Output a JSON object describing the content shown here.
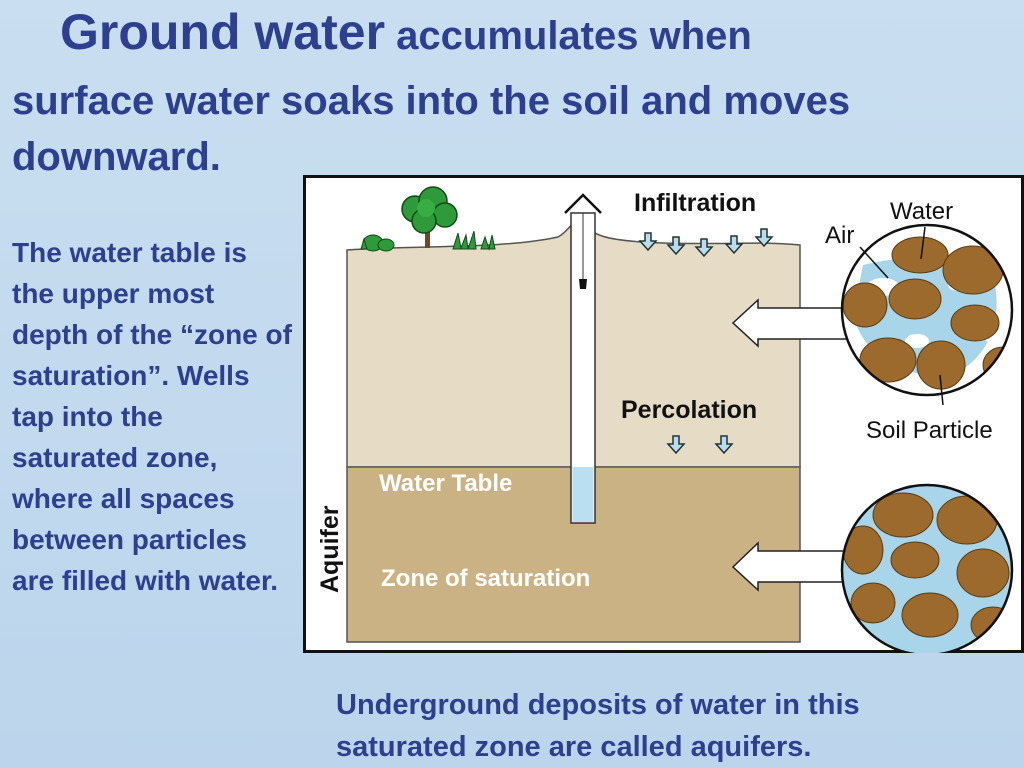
{
  "heading": {
    "emphasis": "Ground water",
    "rest": " accumulates when",
    "line2": "surface water soaks into the soil and moves",
    "line3": "downward."
  },
  "side_text": "The water table is the upper most depth of the “zone of saturation”. Wells tap into the saturated zone, where all spaces between particles are filled with water.",
  "bottom_text": "Underground deposits of water in this saturated zone  are called aquifers.",
  "diagram": {
    "infiltration": "Infiltration",
    "percolation": "Percolation",
    "water_table": "Water Table",
    "zone_of_saturation": "Zone of saturation",
    "aquifer": "Aquifer",
    "air": "Air",
    "water": "Water",
    "soil_particle": "Soil Particle"
  },
  "colors": {
    "background": "#c6dcef",
    "text": "#2e3f8f",
    "upper_soil": "#e6dcc6",
    "saturated_soil": "#cbb284",
    "particle": "#9b6a2c",
    "water": "#a9d5ea"
  }
}
